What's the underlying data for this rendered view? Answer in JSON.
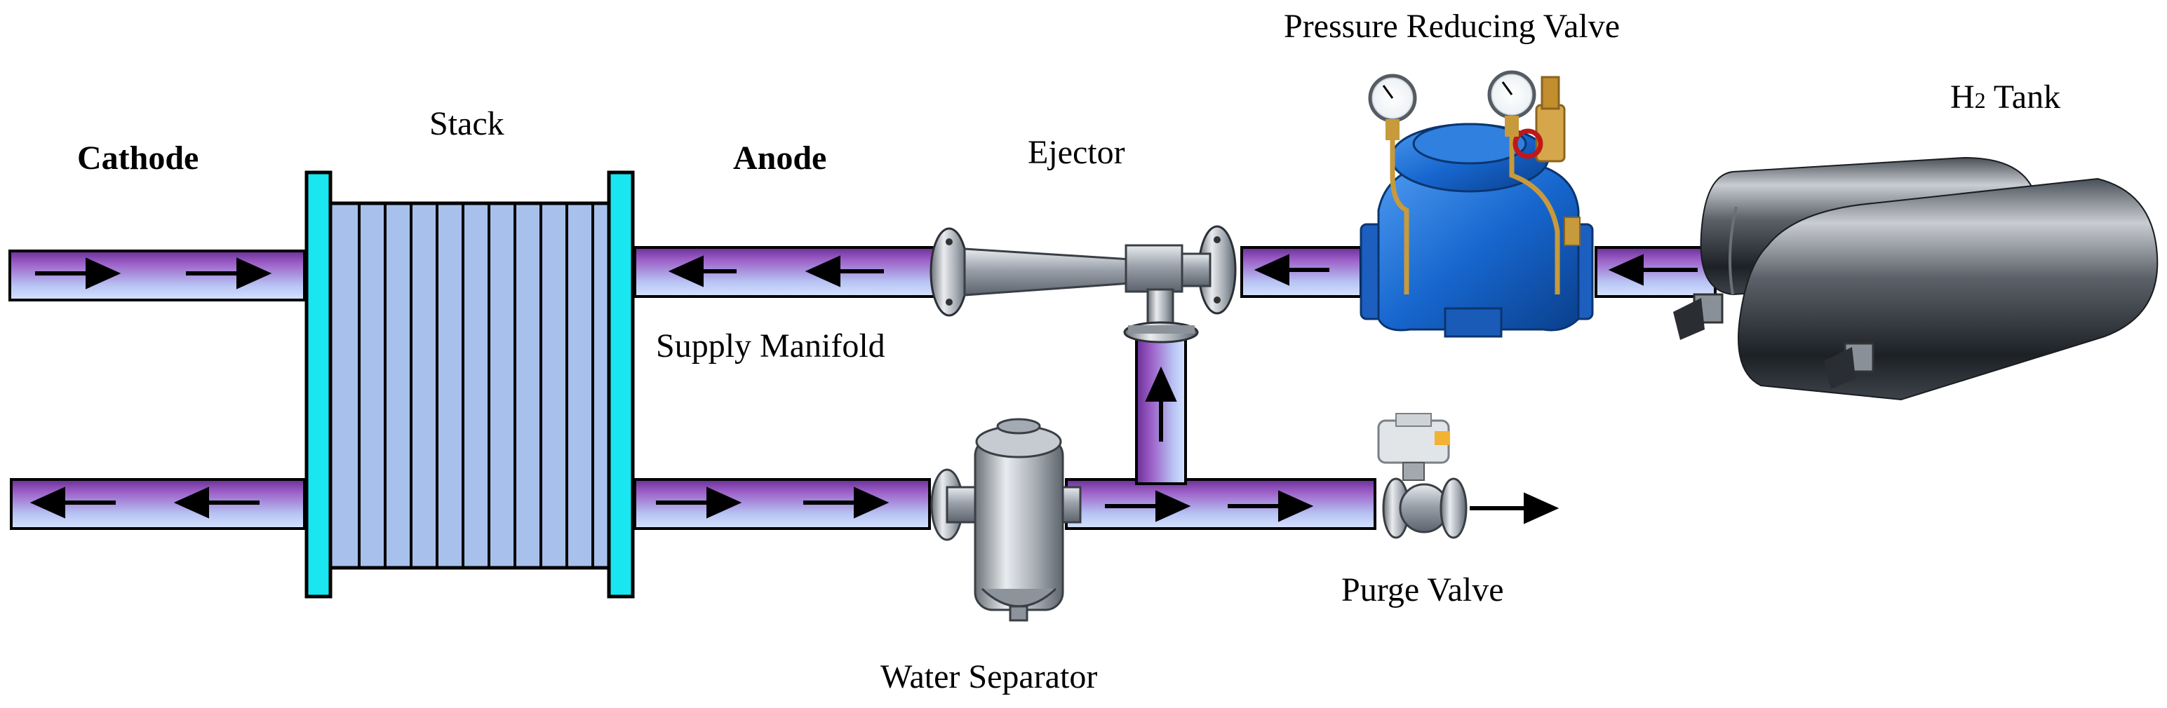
{
  "labels": {
    "cathode": "Cathode",
    "stack": "Stack",
    "anode": "Anode",
    "ejector": "Ejector",
    "pressure_reducing_valve": "Pressure Reducing Valve",
    "h2_tank_main": "H",
    "h2_tank_sub": "2",
    "h2_tank_rest": " Tank",
    "supply_manifold": "Supply Manifold",
    "purge_valve": "Purge Valve",
    "water_separator": "Water Separator"
  },
  "colors": {
    "pipe_top": "#7b3fa6",
    "pipe_bottom": "#c9d8ff",
    "end_plate": "#19e6f0",
    "stack_plate": "#a8c1ec",
    "valve_blue": "#1565c8",
    "steel": "#a9adb3",
    "tank_dark": "#2b2f34"
  },
  "icons": [
    "flow-arrow-icon",
    "pressure-gauge-icon",
    "hand-wheel-icon",
    "actuator-icon"
  ]
}
